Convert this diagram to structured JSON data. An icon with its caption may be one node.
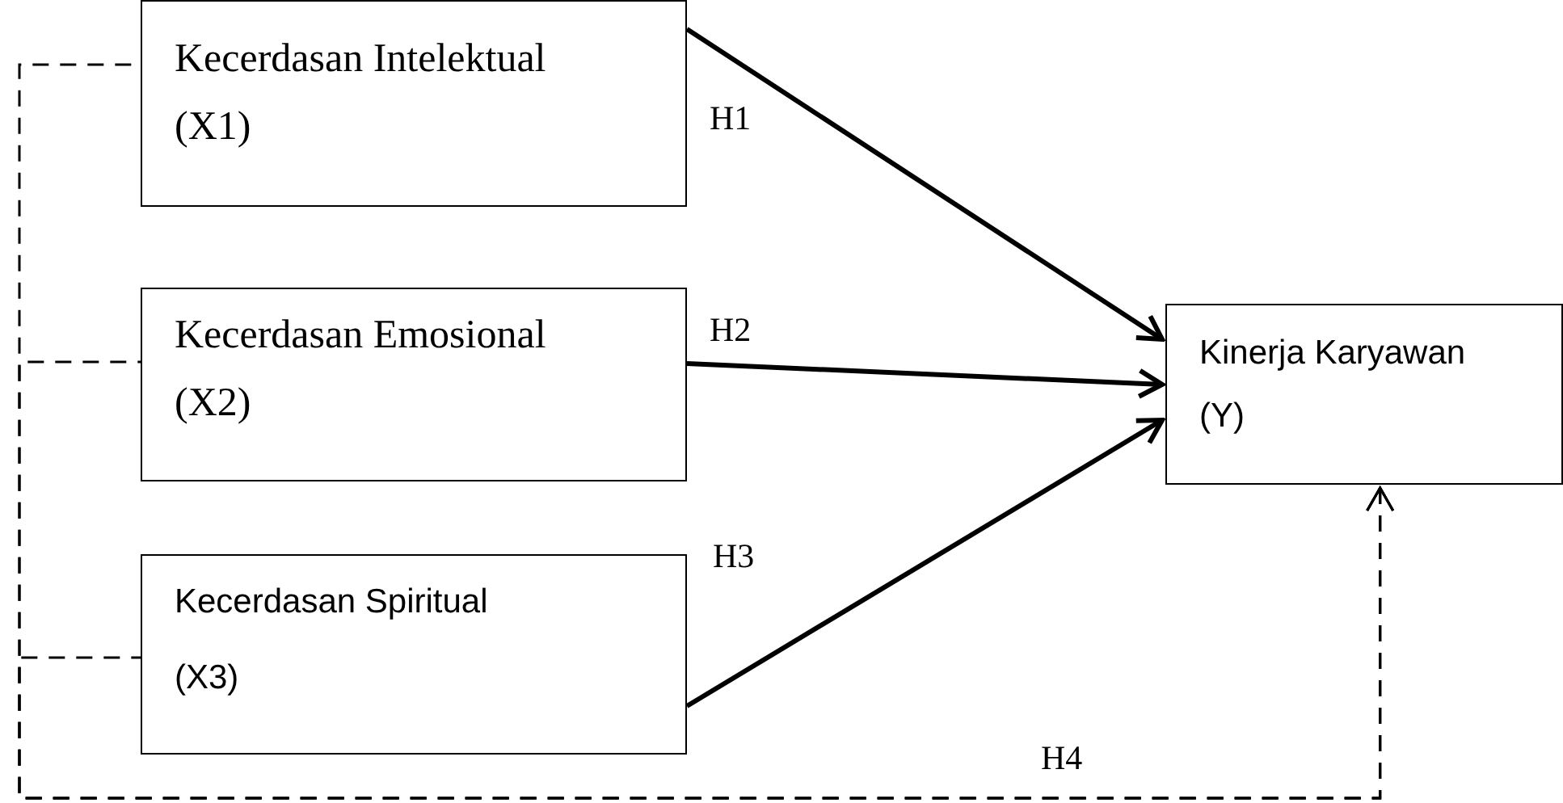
{
  "diagram": {
    "nodes": [
      {
        "text": [
          "Kecerdasan Intelektual",
          "(X1)"
        ]
      },
      {
        "text": [
          "Kecerdasan Emosional",
          "(X2)"
        ]
      },
      {
        "text": [
          "Kecerdasan Spiritual",
          "(X3)"
        ]
      },
      {
        "text": [
          "Kinerja Karyawan",
          "(Y)"
        ]
      }
    ],
    "edges": [
      {
        "from": 0,
        "to": 3,
        "arrow": "to",
        "label": "H1",
        "style": "thick"
      },
      {
        "from": 1,
        "to": 3,
        "arrow": "to",
        "label": "H2",
        "style": "thick"
      },
      {
        "from": 2,
        "to": 3,
        "arrow": "to",
        "label": "H3",
        "style": "thick"
      },
      {
        "from": 0,
        "to": 3,
        "arrow": "to",
        "label": "H4",
        "style": "dashed"
      },
      {
        "from": 1,
        "to": 3,
        "arrow": "to",
        "style": "dashed"
      },
      {
        "from": 2,
        "to": 3,
        "arrow": "to",
        "style": "dashed"
      }
    ]
  }
}
